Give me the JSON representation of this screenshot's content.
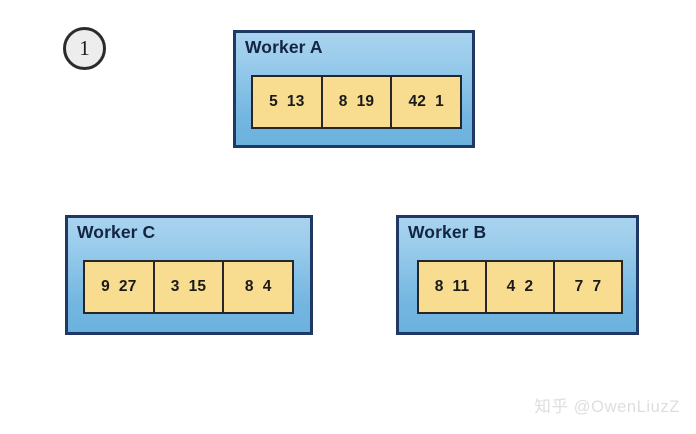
{
  "diagram": {
    "step_badge": {
      "label": "1"
    },
    "background_color": "#ffffff",
    "box_border_color": "#1f3864",
    "box_fill_color": "#8cc5e8",
    "cell_fill_color": "#f8dd90",
    "cell_border_color": "#26262a",
    "workers": [
      {
        "id": "worker-a",
        "title": "Worker A",
        "cells": [
          "5  13",
          "8  19",
          "42  1"
        ]
      },
      {
        "id": "worker-c",
        "title": "Worker C",
        "cells": [
          "9  27",
          "3  15",
          "8  4"
        ]
      },
      {
        "id": "worker-b",
        "title": "Worker B",
        "cells": [
          "8  11",
          "4  2",
          "7  7"
        ]
      }
    ]
  },
  "watermark": {
    "text": "知乎 @OwenLiuzZ"
  }
}
